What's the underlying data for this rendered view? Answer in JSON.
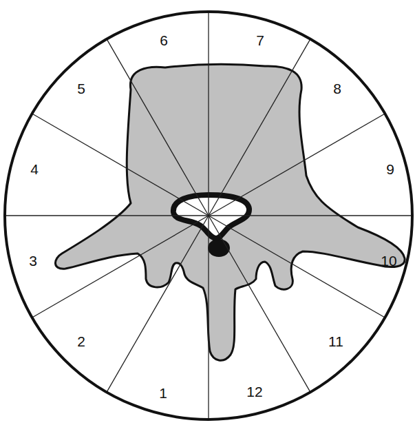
{
  "diagram": {
    "labels": [
      "6",
      "7",
      "5",
      "8",
      "4",
      "9",
      "3",
      "10",
      "2",
      "11",
      "1",
      "12"
    ]
  }
}
